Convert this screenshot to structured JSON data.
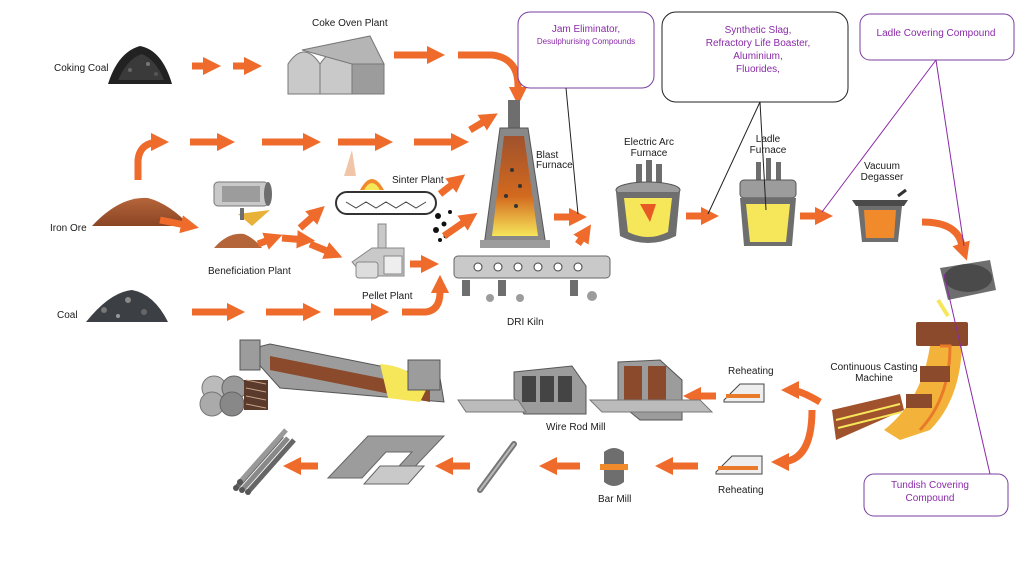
{
  "labels": {
    "coking_coal": "Coking Coal",
    "coke_oven_plant": "Coke Oven Plant",
    "iron_ore": "Iron Ore",
    "coal": "Coal",
    "beneficiation_plant": "Beneficiation Plant",
    "sinter_plant": "Sinter Plant",
    "pellet_plant": "Pellet  Plant",
    "blast_furnace_1": "Blast",
    "blast_furnace_2": "Furnace",
    "dri_kiln": "DRI Kiln",
    "eaf_1": "Electric Arc",
    "eaf_2": "Furnace",
    "ladle_furnace_1": "Ladle",
    "ladle_furnace_2": "Furnace",
    "vacuum_degasser_1": "Vacuum",
    "vacuum_degasser_2": "Degasser",
    "continuous_casting_1": "Continuous Casting",
    "continuous_casting_2": "Machine",
    "reheating_top": "Reheating",
    "reheating_bottom": "Reheating",
    "wire_rod_mill": "Wire Rod Mill",
    "bar_mill": "Bar Mill"
  },
  "callouts": {
    "jam": {
      "line1": "Jam Eliminator,",
      "line2": "Desulphurising Compounds"
    },
    "synthetic": {
      "line1": "Synthetic Slag,",
      "line2": "Refractory Life Boaster,",
      "line3": "Aluminium,",
      "line4": "Fluorides,"
    },
    "ladle_cover": {
      "line1": "Ladle Covering Compound"
    },
    "tundish": {
      "line1": "Tundish Covering",
      "line2": "Compound"
    }
  },
  "colors": {
    "flow_arrow": "#ee6b2c",
    "callout_text": "#8a2aa8",
    "molten": "#f6e65a"
  }
}
